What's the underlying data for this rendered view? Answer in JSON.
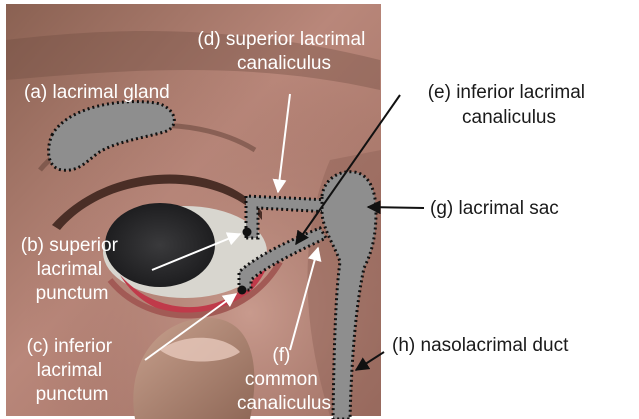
{
  "labels": {
    "a": "(a) lacrimal gland",
    "b": [
      "(b) superior",
      "lacrimal",
      "punctum"
    ],
    "c": [
      "(c) inferior",
      "lacrimal",
      "punctum"
    ],
    "d": [
      "(d) superior lacrimal",
      "canaliculus"
    ],
    "e": [
      "(e) inferior lacrimal",
      "canaliculus"
    ],
    "f": [
      "(f)",
      "common",
      "canaliculus"
    ],
    "g": "(g) lacrimal sac",
    "h": "(h) nasolacrimal duct"
  },
  "colors": {
    "structure_fill": "#8e8e8e",
    "outline": "#111111",
    "light_arrow": "#ffffff",
    "dark_arrow": "#111111",
    "light_text": "#ffffff",
    "dark_text": "#1a1a1a"
  }
}
